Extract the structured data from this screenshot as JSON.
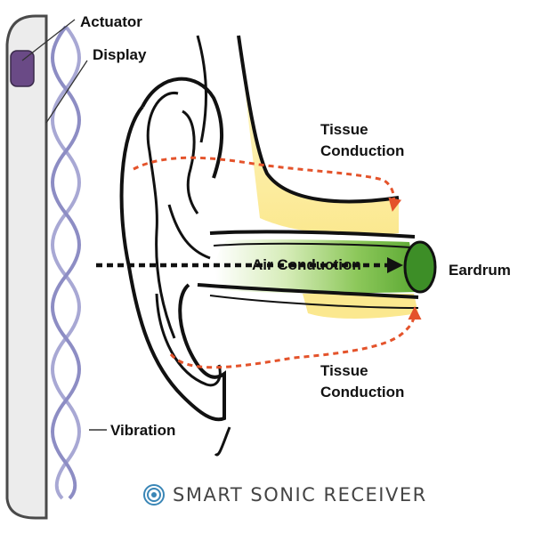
{
  "labels": {
    "actuator": "Actuator",
    "display": "Display",
    "tissue_top_line1": "Tissue",
    "tissue_top_line2": "Conduction",
    "air": "Air Conduction",
    "eardrum": "Eardrum",
    "tissue_bottom_line1": "Tissue",
    "tissue_bottom_line2": "Conduction",
    "vibration": "Vibration"
  },
  "brand": {
    "text": "SMART SONIC RECEIVER",
    "logo_icon": "concentric-circles-logo"
  },
  "colors": {
    "tissue_arrow": "#e4532b",
    "tissue_fill": "#fbe88f",
    "canal_green": "#5aa832",
    "eardrum_green": "#3d8e27",
    "actuator": "#6a4a86",
    "vibration_wave": "#a8a8d4",
    "logo": "#3a86b6"
  }
}
